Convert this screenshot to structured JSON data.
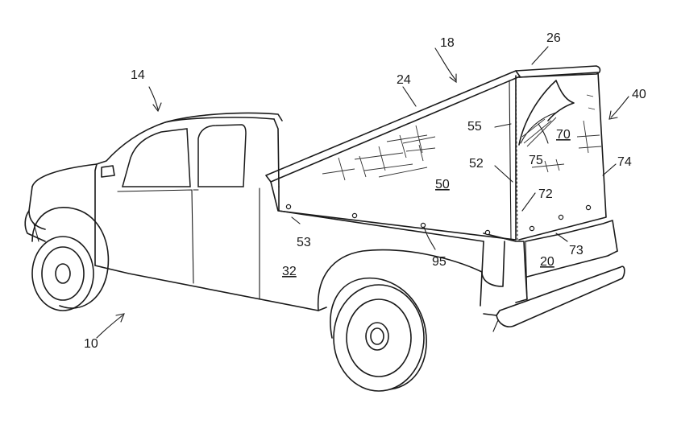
{
  "labels": {
    "l10": "10",
    "l14": "14",
    "l18": "18",
    "l20": "20",
    "l24": "24",
    "l26": "26",
    "l32": "32",
    "l40": "40",
    "l50": "50",
    "l52": "52",
    "l53": "53",
    "l55": "55",
    "l70": "70",
    "l72": "72",
    "l73": "73",
    "l74": "74",
    "l75": "75",
    "l95": "95"
  }
}
